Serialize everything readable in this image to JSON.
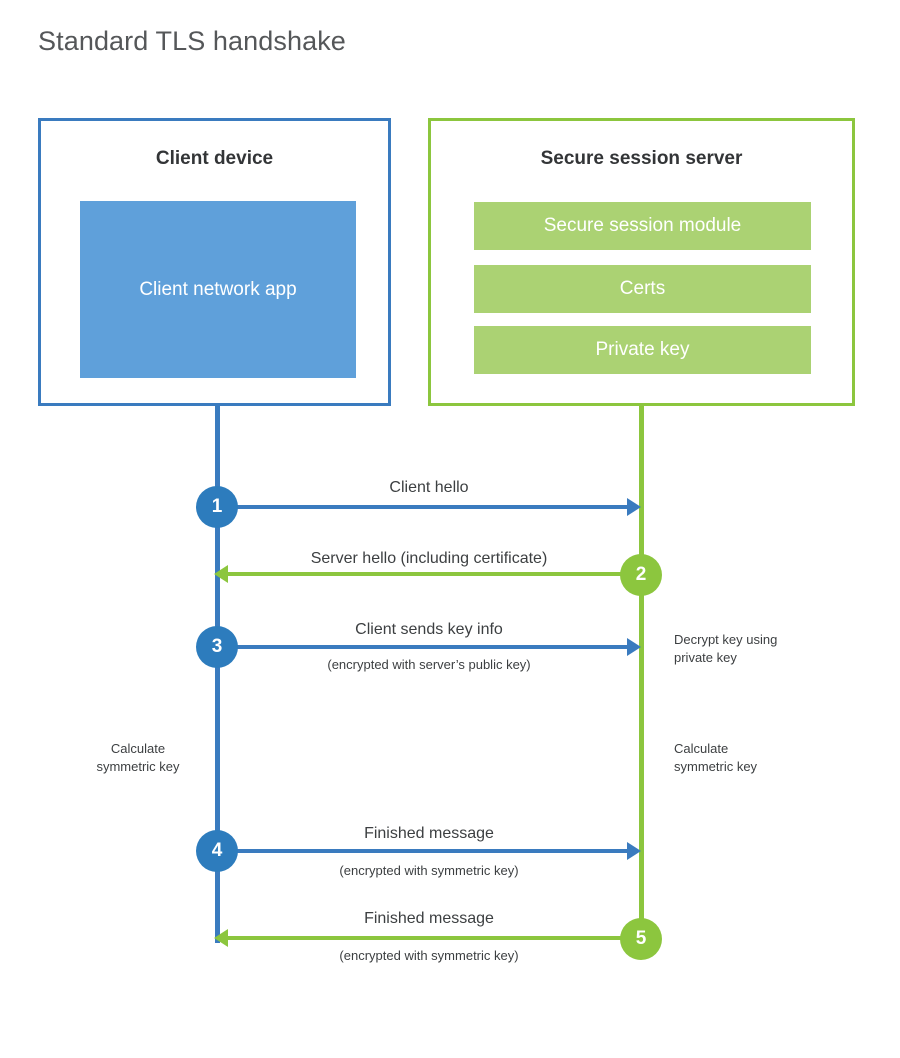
{
  "title": "Standard TLS handshake",
  "colors": {
    "client_border": "#3a7bbf",
    "client_fill": "#5fa0da",
    "client_marker": "#2d7cbd",
    "server_border": "#8cc63e",
    "server_fill": "#abd273",
    "server_marker": "#8cc63e",
    "text": "#3c3f41",
    "title_text": "#555759",
    "background": "#ffffff"
  },
  "parties": {
    "client": {
      "title": "Client device",
      "app_label": "Client network app"
    },
    "server": {
      "title": "Secure session server",
      "components": [
        "Secure session module",
        "Certs",
        "Private key"
      ]
    }
  },
  "steps": [
    {
      "number": "1",
      "side": "client",
      "direction": "right",
      "label": "Client hello",
      "sublabel": ""
    },
    {
      "number": "2",
      "side": "server",
      "direction": "left",
      "label": "Server hello (including certificate)",
      "sublabel": ""
    },
    {
      "number": "3",
      "side": "client",
      "direction": "right",
      "label": "Client sends key info",
      "sublabel": "(encrypted with server’s public key)"
    },
    {
      "number": "4",
      "side": "client",
      "direction": "right",
      "label": "Finished message",
      "sublabel": "(encrypted with symmetric key)"
    },
    {
      "number": "5",
      "side": "server",
      "direction": "left",
      "label": "Finished message",
      "sublabel": "(encrypted with symmetric key)"
    }
  ],
  "notes": {
    "decrypt_key": "Decrypt key using\nprivate key",
    "calculate_symmetric_key_client": "Calculate\nsymmetric key",
    "calculate_symmetric_key_server": "Calculate\nsymmetric key"
  }
}
